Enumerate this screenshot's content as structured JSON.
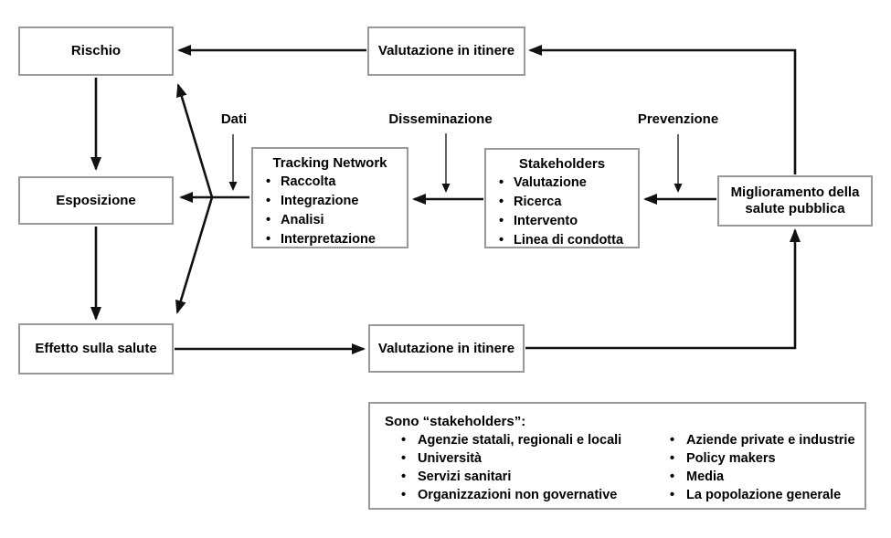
{
  "diagram": {
    "boxes": {
      "rischio": {
        "label": "Rischio"
      },
      "esposizione": {
        "label": "Esposizione"
      },
      "effetto": {
        "label": "Effetto sulla salute"
      },
      "valutazione_top": {
        "label": "Valutazione in itinere"
      },
      "valutazione_bottom": {
        "label": "Valutazione in itinere"
      },
      "tracking_network": {
        "title": "Tracking Network",
        "items": [
          "Raccolta",
          "Integrazione",
          "Analisi",
          "Interpretazione"
        ]
      },
      "stakeholders": {
        "title": "Stakeholders",
        "items": [
          "Valutazione",
          "Ricerca",
          "Intervento",
          "Linea di condotta"
        ]
      },
      "miglioramento": {
        "label": "Miglioramento della salute pubblica"
      }
    },
    "flow_labels": {
      "dati": "Dati",
      "disseminazione": "Disseminazione",
      "prevenzione": "Prevenzione"
    },
    "legend": {
      "title": "Sono “stakeholders”:",
      "left_items": [
        "Agenzie statali, regionali e locali",
        "Università",
        "Servizi sanitari",
        "Organizzazioni non governative"
      ],
      "right_items": [
        "Aziende private e industrie",
        "Policy makers",
        "Media",
        "La popolazione generale"
      ]
    },
    "colors": {
      "border": "#999999",
      "arrow": "#111111",
      "text": "#000000",
      "background": "#ffffff"
    }
  }
}
